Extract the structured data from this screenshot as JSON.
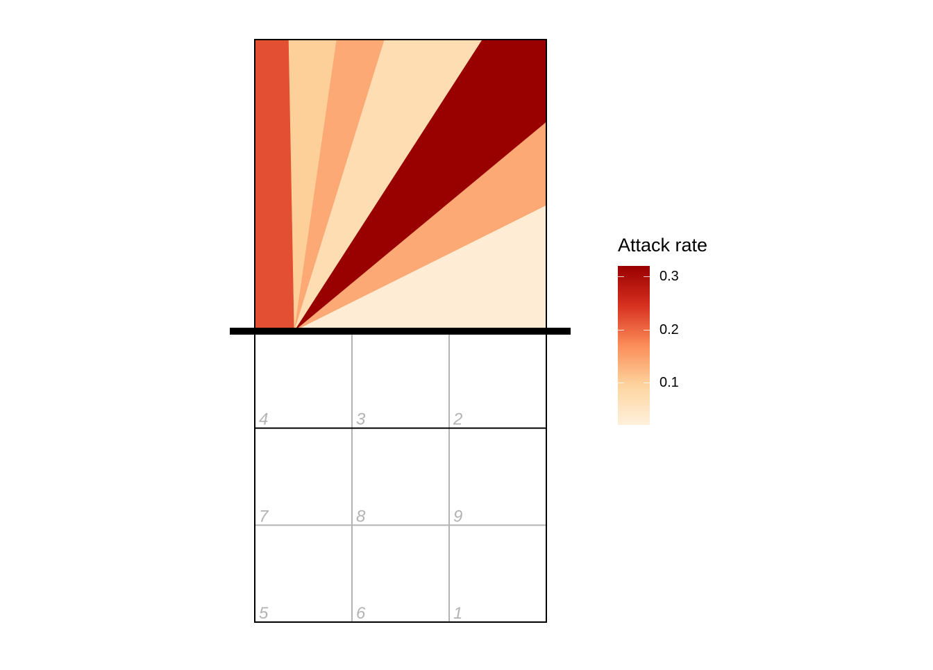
{
  "chart_data": {
    "type": "heatmap",
    "description_free": true,
    "legend": {
      "title": "Attack rate",
      "ticks": [
        0.1,
        0.2,
        0.3
      ],
      "tick_labels": [
        "0.1",
        "0.2",
        "0.3"
      ],
      "range": [
        0.02,
        0.32
      ],
      "colors": [
        "#fff0dc",
        "#fdd49e",
        "#fc8d59",
        "#d7301f",
        "#990000"
      ]
    },
    "attack_sectors": [
      {
        "sector": 1,
        "attack_rate": 0.22
      },
      {
        "sector": 2,
        "attack_rate": 0.1
      },
      {
        "sector": 3,
        "attack_rate": 0.14
      },
      {
        "sector": 4,
        "attack_rate": 0.07
      },
      {
        "sector": 5,
        "attack_rate": 0.32
      },
      {
        "sector": 6,
        "attack_rate": 0.14
      },
      {
        "sector": 7,
        "attack_rate": 0.03
      }
    ],
    "court_zones": [
      {
        "label": "4",
        "row": 0,
        "col": 0
      },
      {
        "label": "3",
        "row": 0,
        "col": 1
      },
      {
        "label": "2",
        "row": 0,
        "col": 2
      },
      {
        "label": "7",
        "row": 1,
        "col": 0
      },
      {
        "label": "8",
        "row": 1,
        "col": 1
      },
      {
        "label": "9",
        "row": 1,
        "col": 2
      },
      {
        "label": "5",
        "row": 2,
        "col": 0
      },
      {
        "label": "6",
        "row": 2,
        "col": 1
      },
      {
        "label": "1",
        "row": 2,
        "col": 2
      }
    ]
  }
}
